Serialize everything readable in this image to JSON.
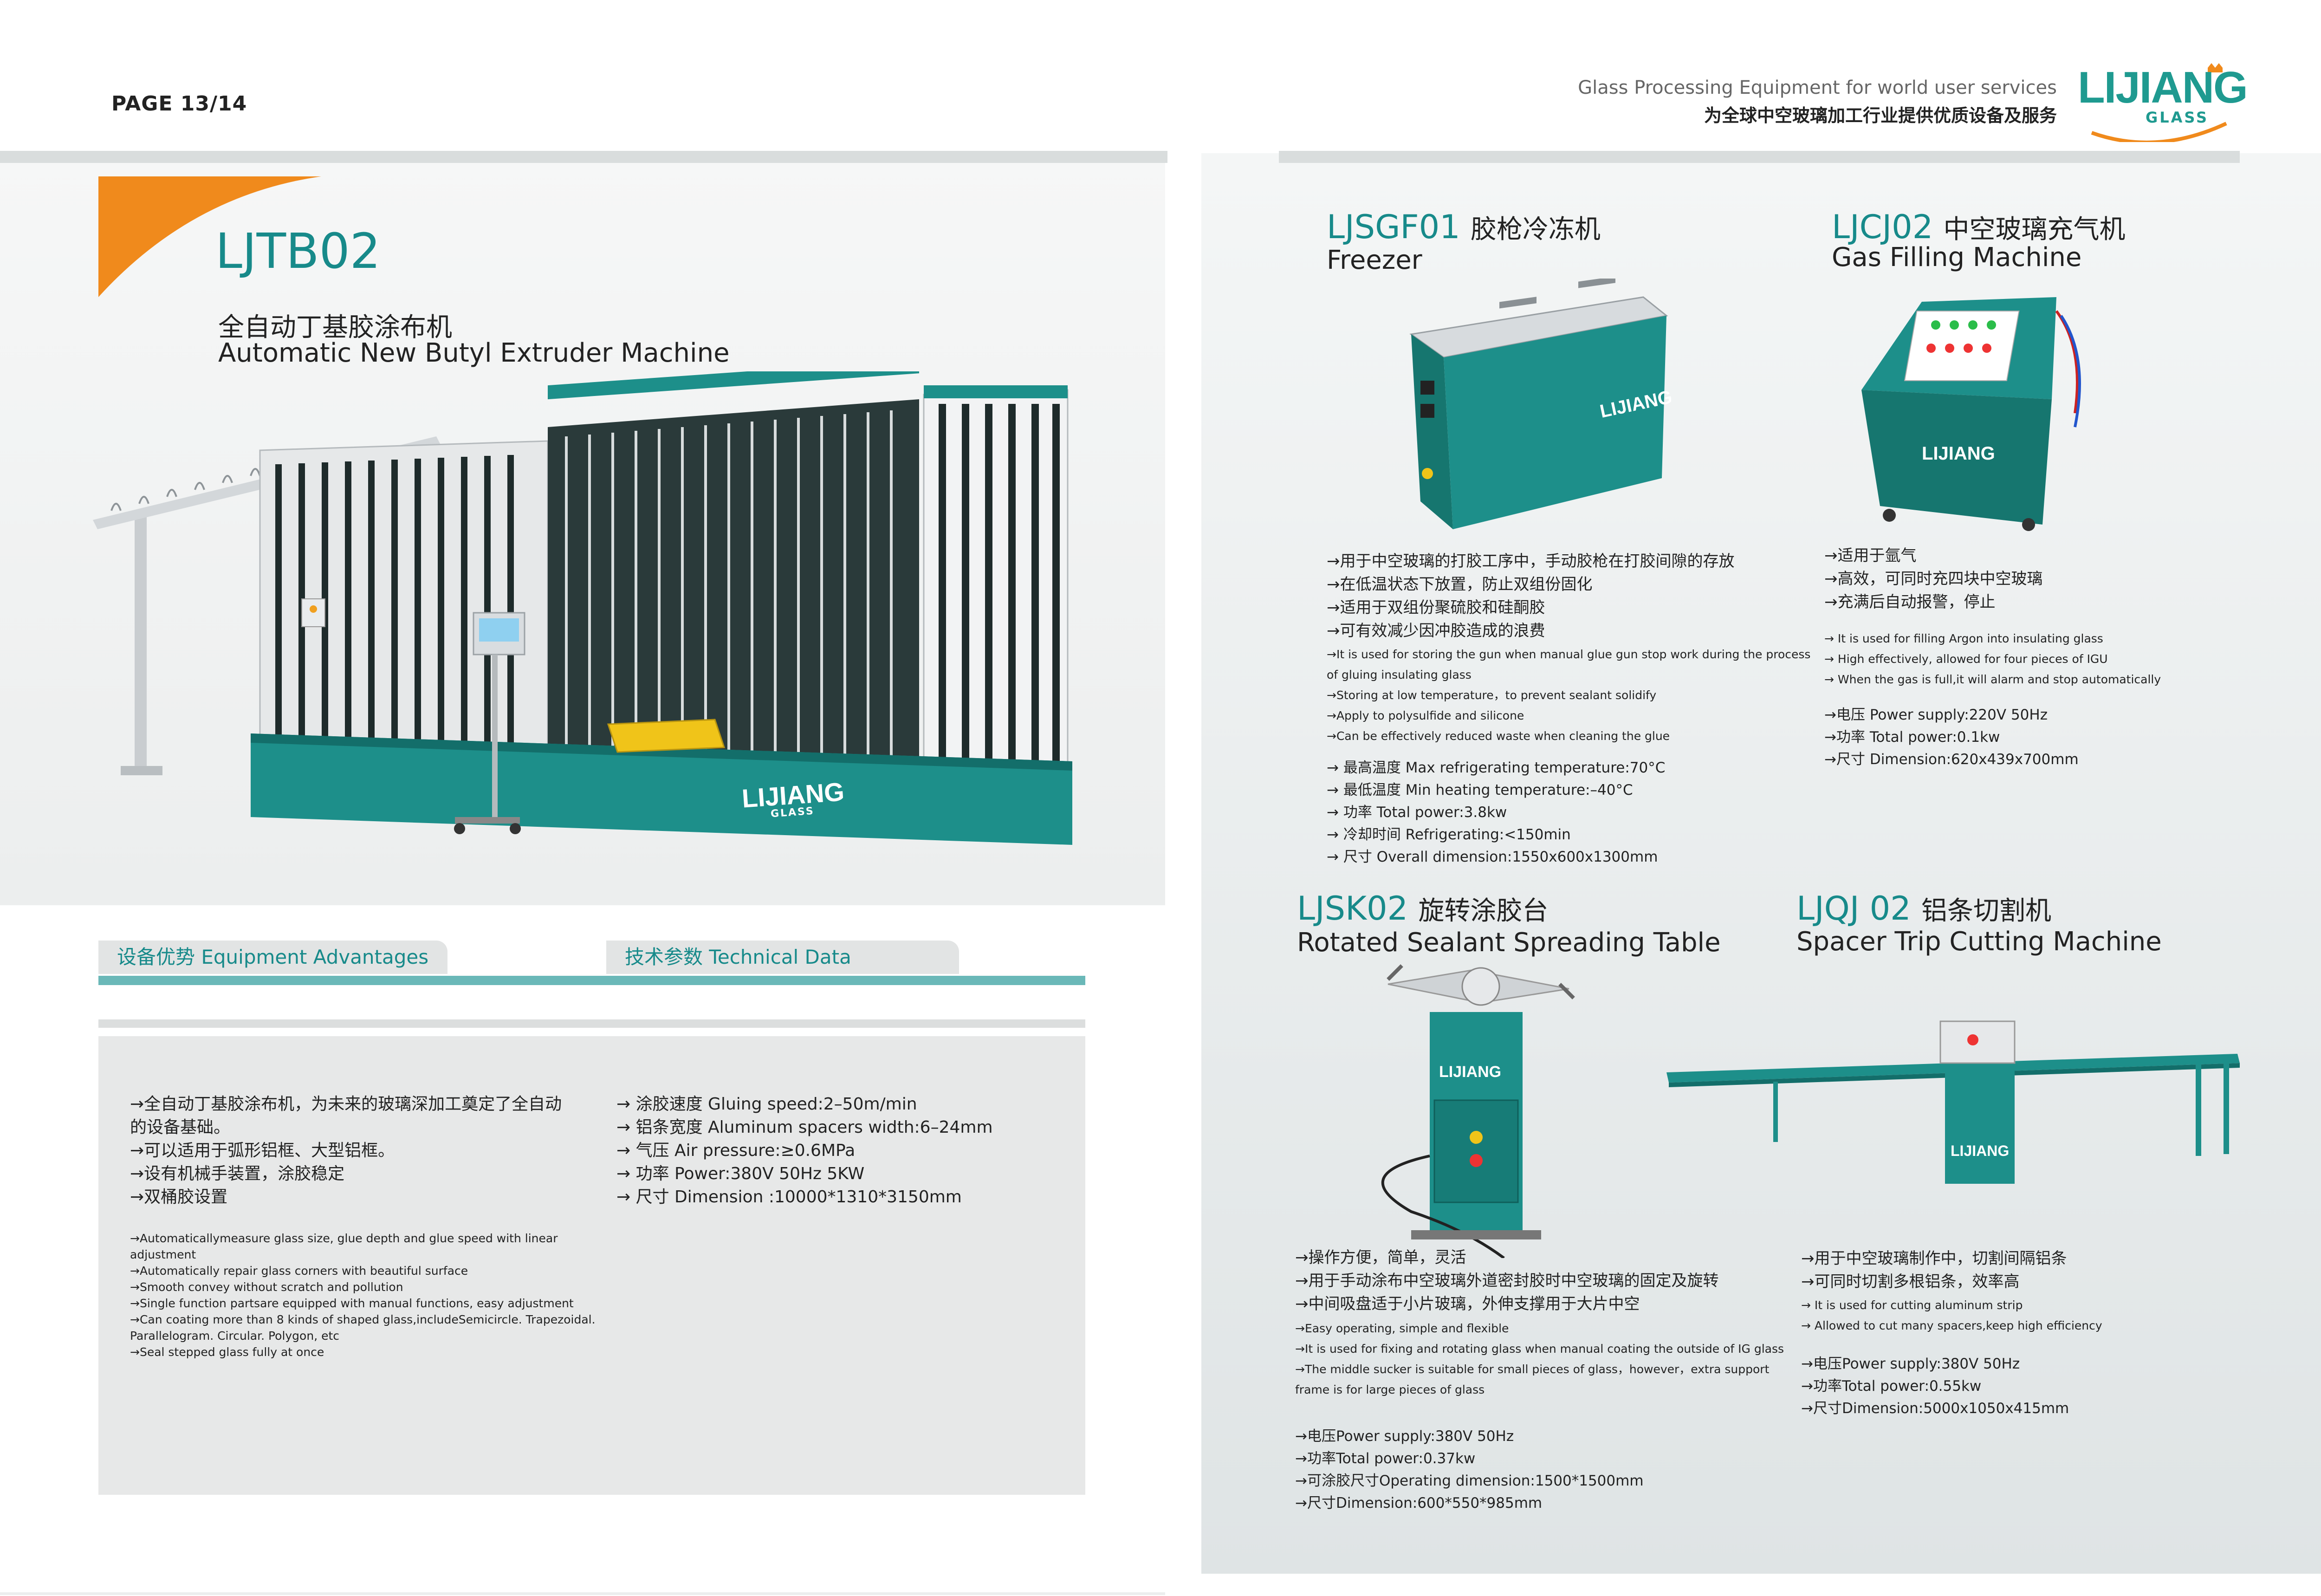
{
  "page": "PAGE 13/14",
  "header": {
    "slogan_en": "Glass Processing Equipment for world user services",
    "slogan_cn": "为全球中空玻璃加工行业提供优质设备及服务",
    "logo_text": "LIJIANG",
    "logo_sub": "GLASS"
  },
  "main_product": {
    "model": "LJTB02",
    "title_cn": "全自动丁基胶涂布机",
    "title_en": "Automatic New Butyl Extruder Machine",
    "machine_logo": "LIJIANG",
    "machine_logo_sub": "GLASS"
  },
  "tabs": {
    "advantages": "设备优势  Equipment Advantages",
    "technical": "技术参数  Technical Data"
  },
  "advantages_cn": [
    "→全自动丁基胶涂布机，为未来的玻璃深加工奠定了全自动",
    "   的设备基础。",
    "→可以适用于弧形铝框、大型铝框。",
    "→设有机械手装置，涂胶稳定",
    "→双桶胶设置"
  ],
  "advantages_en": [
    "→Automaticallymeasure glass size, glue depth and glue speed with linear",
    "   adjustment",
    "→Automatically repair glass corners with beautiful surface",
    "→Smooth convey without scratch and pollution",
    "→Single function partsare equipped with manual functions, easy adjustment",
    "→Can coating more than 8 kinds of shaped glass,includeSemicircle. Trapezoidal.",
    "   Parallelogram. Circular. Polygon, etc",
    "→Seal stepped glass fully at once"
  ],
  "technical": [
    "→ 涂胶速度 Gluing speed:2–50m/min",
    "→ 铝条宽度 Aluminum spacers width:6–24mm",
    "→ 气压 Air pressure:≥0.6MPa",
    "→ 功率 Power:380V 50Hz 5KW",
    "→ 尺寸 Dimension :10000*1310*3150mm"
  ],
  "products": {
    "freezer": {
      "model": "LJSGF01",
      "name_cn": "胶枪冷冻机",
      "name_en": "Freezer",
      "cn": [
        "→用于中空玻璃的打胶工序中，手动胶枪在打胶间隙的存放",
        "→在低温状态下放置，防止双组份固化",
        "→适用于双组份聚硫胶和硅酮胶",
        "→可有效减少因冲胶造成的浪费"
      ],
      "en": [
        "→It is used for storing the gun when manual glue gun stop work during the process",
        "   of gluing insulating glass",
        "→Storing at low temperature，to prevent sealant solidify",
        "→Apply to polysulfide and silicone",
        "→Can be effectively reduced waste when cleaning the glue"
      ],
      "specs": [
        "→ 最高温度 Max refrigerating temperature:70°C",
        "→ 最低温度 Min heating temperature:–40°C",
        "→ 功率 Total power:3.8kw",
        "→ 冷却时间 Refrigerating:<150min",
        "→ 尺寸 Overall dimension:1550x600x1300mm"
      ]
    },
    "gas": {
      "model": "LJCJ02",
      "name_cn": "中空玻璃充气机",
      "name_en": "Gas Filling Machine",
      "cn": [
        "→适用于氩气",
        "→高效，可同时充四块中空玻璃",
        "→充满后自动报警，停止"
      ],
      "en": [
        "→ It is used for filling Argon into insulating glass",
        "→ High effectively, allowed for four pieces of IGU",
        "→ When the gas is full,it will alarm and stop automatically"
      ],
      "specs": [
        "→电压 Power supply:220V 50Hz",
        "→功率 Total power:0.1kw",
        "→尺寸 Dimension:620x439x700mm"
      ]
    },
    "table": {
      "model": "LJSK02",
      "name_cn": "旋转涂胶台",
      "name_en": "Rotated Sealant Spreading Table",
      "cn": [
        "→操作方便，简单，灵活",
        "→用于手动涂布中空玻璃外道密封胶时中空玻璃的固定及旋转",
        "→中间吸盘适于小片玻璃，外伸支撑用于大片中空"
      ],
      "en": [
        "→Easy operating, simple and flexible",
        "→It is used for fixing and rotating glass when manual coating the outside of IG glass",
        "→The middle sucker is suitable for small pieces of glass，however，extra support",
        "   frame is for large pieces of glass"
      ],
      "specs": [
        "→电压Power supply:380V 50Hz",
        "→功率Total power:0.37kw",
        "→可涂胶尺寸Operating dimension:1500*1500mm",
        "→尺寸Dimension:600*550*985mm"
      ]
    },
    "cutting": {
      "model": "LJQJ 02",
      "name_cn": "铝条切割机",
      "name_en": "Spacer Trip Cutting Machine",
      "cn": [
        "→用于中空玻璃制作中，切割间隔铝条",
        "→可同时切割多根铝条，效率高"
      ],
      "en": [
        "→ It is used for cutting aluminum strip",
        "→ Allowed to cut many spacers,keep high efficiency"
      ],
      "specs": [
        "→电压Power supply:380V 50Hz",
        "→功率Total power:0.55kw",
        "→尺寸Dimension:5000x1050x415mm"
      ]
    }
  },
  "colors": {
    "teal": "#178a8a",
    "machine": "#1d8f8a",
    "orange": "#f08a1c"
  }
}
